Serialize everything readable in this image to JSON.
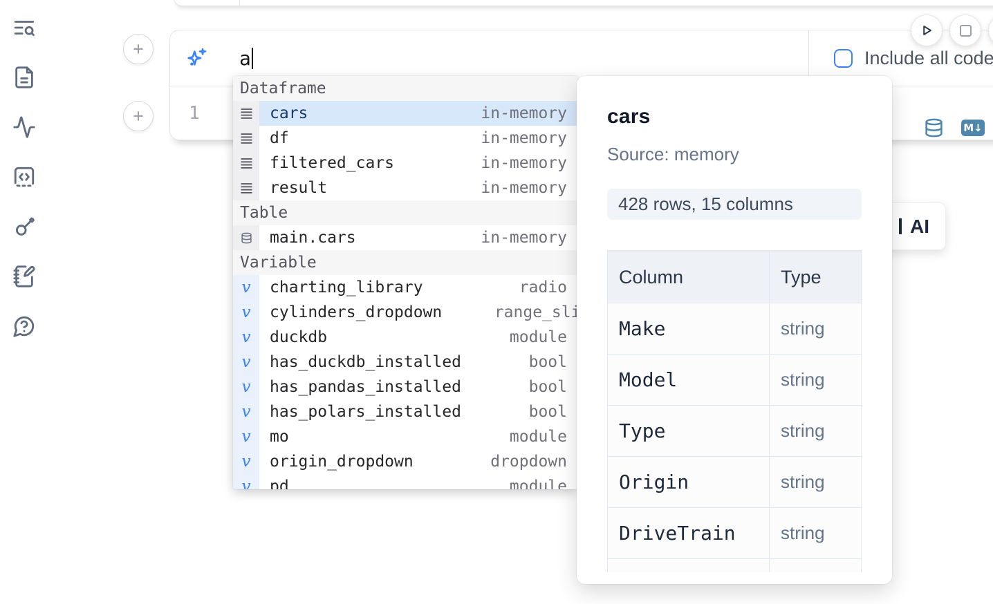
{
  "sidebar": {
    "icons": [
      "toc-search",
      "file",
      "activity",
      "code",
      "key",
      "scratchpad",
      "help"
    ]
  },
  "cell": {
    "add_button_label": "+",
    "ai_input": {
      "icon": "sparkles",
      "value": "a"
    },
    "include_all_code": {
      "label": "Include all code",
      "checked": false
    },
    "line_number": "1",
    "actions": {
      "datasource_icon": "database",
      "markdown_badge": "M↓"
    }
  },
  "autocomplete": {
    "sections": [
      {
        "label": "Dataframe",
        "items": [
          {
            "icon": "rows",
            "label": "cars",
            "type": "in-memory",
            "selected": true
          },
          {
            "icon": "rows",
            "label": "df",
            "type": "in-memory"
          },
          {
            "icon": "rows",
            "label": "filtered_cars",
            "type": "in-memory"
          },
          {
            "icon": "rows",
            "label": "result",
            "type": "in-memory"
          }
        ]
      },
      {
        "label": "Table",
        "items": [
          {
            "icon": "database",
            "label": "main.cars",
            "type": "in-memory"
          }
        ]
      },
      {
        "label": "Variable",
        "items": [
          {
            "icon": "variable",
            "label": "charting_library",
            "type": "radio"
          },
          {
            "icon": "variable",
            "label": "cylinders_dropdown",
            "type": "range_slider",
            "overflow": true
          },
          {
            "icon": "variable",
            "label": "duckdb",
            "type": "module"
          },
          {
            "icon": "variable",
            "label": "has_duckdb_installed",
            "type": "bool"
          },
          {
            "icon": "variable",
            "label": "has_pandas_installed",
            "type": "bool"
          },
          {
            "icon": "variable",
            "label": "has_polars_installed",
            "type": "bool"
          },
          {
            "icon": "variable",
            "label": "mo",
            "type": "module"
          },
          {
            "icon": "variable",
            "label": "origin_dropdown",
            "type": "dropdown"
          },
          {
            "icon": "variable",
            "label": "pd",
            "type": "module"
          }
        ]
      }
    ]
  },
  "preview": {
    "title": "cars",
    "source": "Source: memory",
    "shape_badge": "428 rows, 15 columns",
    "table": {
      "headers": [
        "Column",
        "Type"
      ],
      "rows": [
        {
          "column": "Make",
          "type": "string"
        },
        {
          "column": "Model",
          "type": "string"
        },
        {
          "column": "Type",
          "type": "string"
        },
        {
          "column": "Origin",
          "type": "string"
        },
        {
          "column": "DriveTrain",
          "type": "string"
        }
      ]
    }
  },
  "ai_card": {
    "label": "AI"
  },
  "colors": {
    "accent_blue": "#3b82f6",
    "steel_blue": "#4e86ac",
    "selected_bg": "#d7e8fb"
  }
}
